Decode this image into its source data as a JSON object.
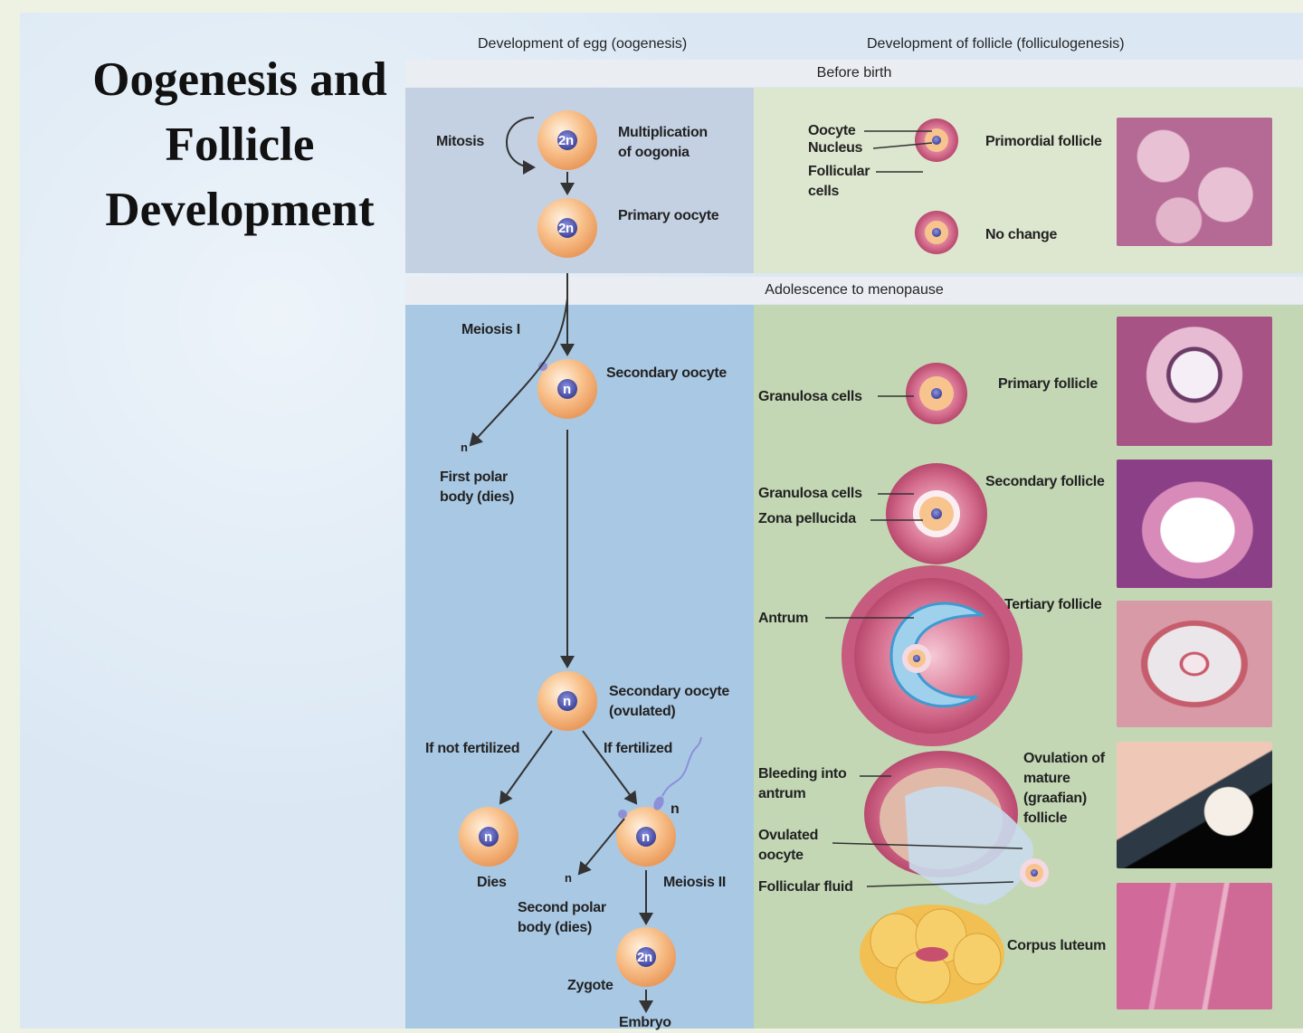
{
  "slide": {
    "title": "Oogenesis and Follicle Development"
  },
  "headers": {
    "oogenesis": "Development of egg (oogenesis)",
    "folliculogenesis": "Development of follicle (folliculogenesis)"
  },
  "bands": {
    "before_birth": "Before birth",
    "adolescence": "Adolescence to menopause"
  },
  "oogenesis": {
    "mitosis": "Mitosis",
    "multiplication": "Multiplication\nof oogonia",
    "primary_oocyte": "Primary oocyte",
    "meiosis1": "Meiosis I",
    "secondary_oocyte": "Secondary oocyte",
    "first_polar_body": "First polar\nbody (dies)",
    "secondary_oocyte_ovulated": "Secondary oocyte\n(ovulated)",
    "if_not_fertilized": "If not fertilized",
    "if_fertilized": "If fertilized",
    "dies": "Dies",
    "second_polar_body": "Second polar\nbody (dies)",
    "meiosis2": "Meiosis II",
    "zygote": "Zygote",
    "embryo": "Embryo",
    "sperm_n": "n",
    "cell_2n": "2n",
    "cell_n": "n",
    "polar_n1": "n",
    "polar_n2": "n"
  },
  "folliculogenesis": {
    "oocyte": "Oocyte",
    "nucleus": "Nucleus",
    "follicular_cells": "Follicular\ncells",
    "primordial_follicle": "Primordial follicle",
    "no_change": "No change",
    "granulosa_cells_1": "Granulosa cells",
    "primary_follicle": "Primary follicle",
    "granulosa_cells_2": "Granulosa cells",
    "zona_pellucida": "Zona pellucida",
    "secondary_follicle": "Secondary follicle",
    "antrum": "Antrum",
    "tertiary_follicle": "Tertiary follicle",
    "bleeding_into_antrum": "Bleeding into\nantrum",
    "ovulation": "Ovulation of\nmature\n(graafian)\nfollicle",
    "ovulated_oocyte": "Ovulated\noocyte",
    "follicular_fluid": "Follicular fluid",
    "corpus_luteum": "Corpus luteum"
  },
  "colors": {
    "oogenesis_before": "#c3d1e3",
    "oogenesis_after": "#a9c8e4",
    "follicle_before": "#dde6cf",
    "follicle_after": "#c3d7b4",
    "cell": "#f5b77e",
    "nucleus": "#4a4fa8",
    "follicle_pink": "#d06a8a",
    "antrum_blue": "#9fd0ec"
  }
}
